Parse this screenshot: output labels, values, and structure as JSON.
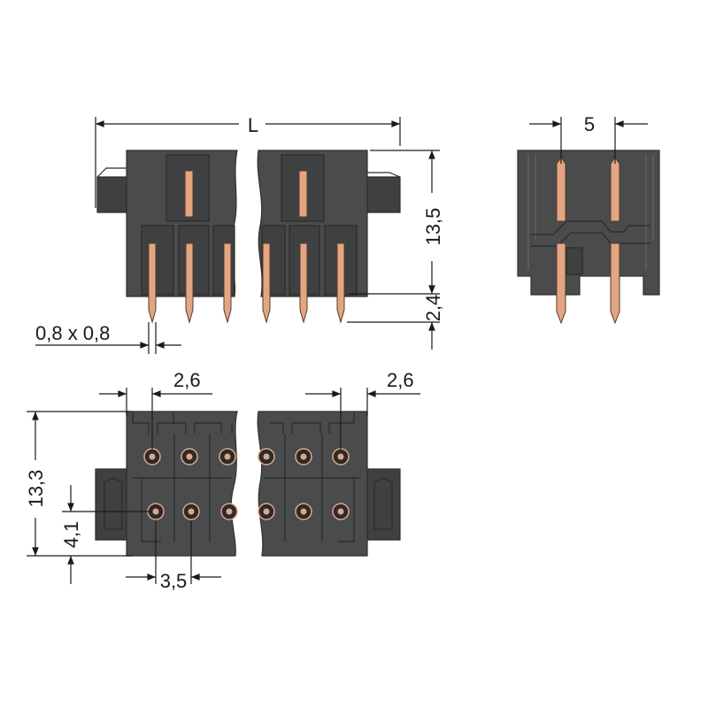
{
  "dimensions": {
    "length": "L",
    "pitch_side": "5",
    "height_front": "13,5",
    "pin_protrusion": "2,4",
    "pin_section": "0,8 x 0,8",
    "offset_left": "2,6",
    "offset_right": "2,6",
    "height_bottom": "13,3",
    "row_offset": "4,1",
    "pitch_bottom": "3,5"
  },
  "colors": {
    "housing": "#4a4b4c",
    "pin": "#e2a684",
    "line": "#1a1a1a"
  }
}
